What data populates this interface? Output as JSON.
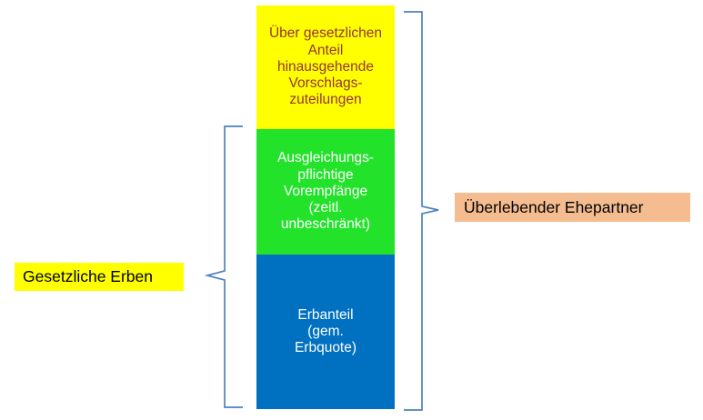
{
  "diagram": {
    "title_visible": false,
    "colors": {
      "yellow_block": "#FFFF00",
      "green_block": "#22E32A",
      "blue_block": "#0070C0",
      "yellow_block_text": "#943634",
      "block_text_light": "#FFFFFF",
      "brace": "#4F81BD",
      "left_label_bg": "#FFFF00",
      "right_label_bg": "#F5BD8F",
      "label_text": "#000000",
      "background": "#FFFFFF"
    },
    "stack": {
      "name": "estate-share-stack",
      "segments": [
        {
          "id": "vorschlagszuteilungen",
          "label": "Über gesetzlichen\nAnteil\nhinausgehende\nVorschlags-\nzuteilungen",
          "color": "#FFFF00",
          "text_color": "#943634"
        },
        {
          "id": "vorempfaenge",
          "label": "Ausgleichungs-\npflichtige\nVorempfänge\n(zeitl.\nunbeschränkt)",
          "color": "#22E32A",
          "text_color": "#FFFFFF"
        },
        {
          "id": "erbanteil",
          "label": "Erbanteil\n(gem.\nErbquote)",
          "color": "#0070C0",
          "text_color": "#FFFFFF"
        }
      ]
    },
    "labels": {
      "left": {
        "id": "gesetzliche-erben",
        "text": "Gesetzliche Erben",
        "brackets": [
          "vorempfaenge",
          "erbanteil"
        ]
      },
      "right": {
        "id": "ueberlebender-ehepartner",
        "text": "Überlebender Ehepartner",
        "brackets": [
          "vorschlagszuteilungen",
          "vorempfaenge",
          "erbanteil"
        ]
      }
    },
    "braces": [
      {
        "id": "left-brace",
        "side": "left",
        "spans": "green-and-blue-segments"
      },
      {
        "id": "right-brace",
        "side": "right",
        "spans": "all-segments"
      }
    ]
  }
}
